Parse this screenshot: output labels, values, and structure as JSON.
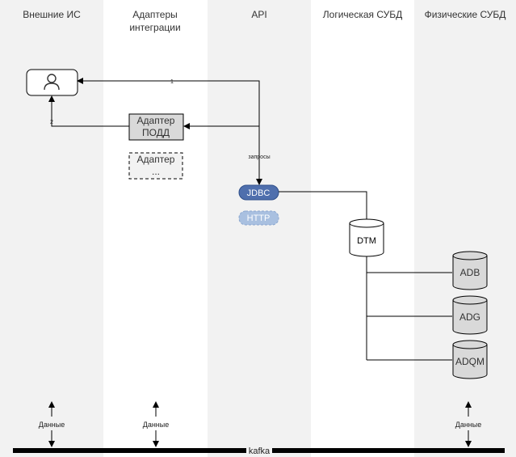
{
  "lanes": [
    {
      "title_lines": [
        "Внешние ИС"
      ]
    },
    {
      "title_lines": [
        "Адаптеры",
        "интеграции"
      ]
    },
    {
      "title_lines": [
        "API"
      ]
    },
    {
      "title_lines": [
        "Логическая СУБД"
      ]
    },
    {
      "title_lines": [
        "Физические СУБД"
      ]
    }
  ],
  "nodes": {
    "adapter_podd": [
      "Адаптер",
      "ПОДД"
    ],
    "adapter_other": [
      "Адаптер",
      "..."
    ],
    "jdbc": "JDBC",
    "http": "HTTP",
    "dtm": "DTM",
    "adb": "ADB",
    "adg": "ADG",
    "adqm": "ADQM"
  },
  "edges": {
    "label_1": "1",
    "label_2": "2",
    "requests": "запросы"
  },
  "bus": {
    "label": "kafka",
    "data_label": "Данные"
  },
  "colors": {
    "lane_gray": "#f2f2f2",
    "adapter_fill": "#d9d9d9",
    "jdbc_fill": "#4f6fad",
    "http_fill": "#a9c0e0",
    "db_fill": "#d9d9d9"
  }
}
